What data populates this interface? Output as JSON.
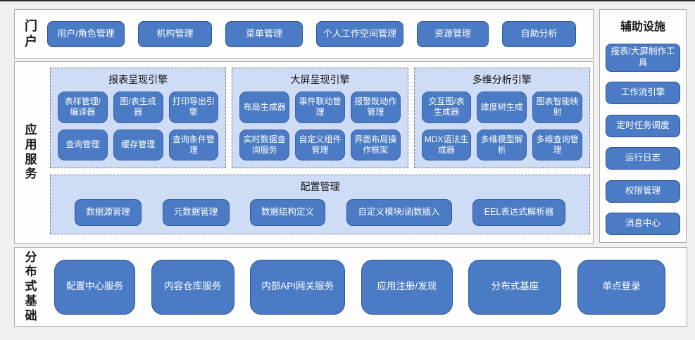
{
  "colors": {
    "button_fill": "#4a7bc4",
    "button_border": "#2f5597",
    "panel_fill": "#cfdcf5",
    "section_fill": "#fdfdfd",
    "section_border": "#adadad",
    "page_bg": "#f0f0f1"
  },
  "portal": {
    "label": "门户",
    "buttons": [
      "用户/角色管理",
      "机构管理",
      "菜单管理",
      "个人工作空间管理",
      "资源管理",
      "自助分析"
    ]
  },
  "app_services": {
    "label": "应用服务",
    "engines": [
      {
        "title": "报表呈现引擎",
        "buttons": [
          "表样管理/编译器",
          "图/表生成器",
          "打印导出引擎",
          "查询管理",
          "缓存管理",
          "查询条件管理"
        ]
      },
      {
        "title": "大屏呈现引擎",
        "buttons": [
          "布局生成器",
          "事件联动管理",
          "报警既动作管理",
          "实时数据查询服务",
          "自定义组件管理",
          "界面布局操作框架"
        ]
      },
      {
        "title": "多维分析引擎",
        "buttons": [
          "交互图/表生成器",
          "维度树生成",
          "图表智能映射",
          "MDX语法生成器",
          "多维模型解析",
          "多维查询管理"
        ]
      }
    ],
    "config": {
      "title": "配置管理",
      "buttons": [
        "数据源管理",
        "元数据管理",
        "数据结构定义",
        "自定义模块/函数插入",
        "EEL表达式解析器"
      ]
    }
  },
  "auxiliary": {
    "title": "辅助设施",
    "buttons": [
      "报表/大屏制作工具",
      "工作流引擎",
      "定时任务调度",
      "运行日志",
      "权限管理",
      "消息中心"
    ]
  },
  "distributed": {
    "label": "分布式基础",
    "buttons": [
      "配置中心服务",
      "内容仓库服务",
      "内部API网关服务",
      "应用注册/发现",
      "分布式基座",
      "单点登录"
    ]
  }
}
